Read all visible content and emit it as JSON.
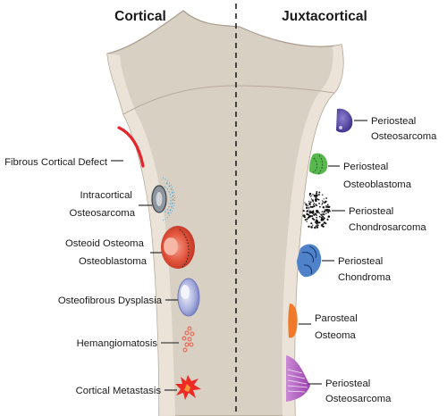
{
  "headers": {
    "left": "Cortical",
    "right": "Juxtacortical"
  },
  "cortical_labels": [
    {
      "lines": [
        "Fibrous Cortical Defect"
      ],
      "icon": "fibrous-cortical-defect-lesion"
    },
    {
      "lines": [
        "Intracortical",
        "Osteosarcoma"
      ],
      "icon": "intracortical-osteosarcoma-lesion"
    },
    {
      "lines": [
        "Osteoid Osteoma",
        "Osteoblastoma"
      ],
      "icon": "osteoid-osteoma-lesion"
    },
    {
      "lines": [
        "Osteofibrous Dysplasia"
      ],
      "icon": "osteofibrous-dysplasia-lesion"
    },
    {
      "lines": [
        "Hemangiomatosis"
      ],
      "icon": "hemangiomatosis-lesion"
    },
    {
      "lines": [
        "Cortical Metastasis"
      ],
      "icon": "cortical-metastasis-lesion"
    }
  ],
  "juxtacortical_labels": [
    {
      "lines": [
        "Periosteal",
        "Osteosarcoma"
      ],
      "icon": "periosteal-osteosarcoma-upper-lesion"
    },
    {
      "lines": [
        "Periosteal",
        "Osteoblastoma"
      ],
      "icon": "periosteal-osteoblastoma-lesion"
    },
    {
      "lines": [
        "Periosteal",
        "Chondrosarcoma"
      ],
      "icon": "periosteal-chondrosarcoma-lesion"
    },
    {
      "lines": [
        "Periosteal",
        "Chondroma"
      ],
      "icon": "periosteal-chondroma-lesion"
    },
    {
      "lines": [
        "Parosteal",
        "Osteoma"
      ],
      "icon": "parosteal-osteoma-lesion"
    },
    {
      "lines": [
        "Periosteal",
        "Osteosarcoma"
      ],
      "icon": "periosteal-osteosarcoma-lower-lesion"
    }
  ],
  "colors": {
    "bone_fill": "#d9d0c4",
    "bone_stroke": "#a99c8c",
    "cortex_fill": "#ede6da",
    "fibrous_defect": "#e3262b",
    "intracortical": "#4aa3d6",
    "osteoid_osteoma": "#e2553d",
    "osteofibrous": "#8e96cf",
    "hemangioma": "#e8634a",
    "metastasis": "#ee2a24",
    "periosteal_osteosarcoma": "#5b4aa6",
    "osteoblastoma": "#58b84e",
    "chondrosarcoma": "#111111",
    "chondroma": "#4f82c8",
    "parosteal": "#f07a2a",
    "periosteal_osteosarcoma_lower": "#a855b8"
  }
}
